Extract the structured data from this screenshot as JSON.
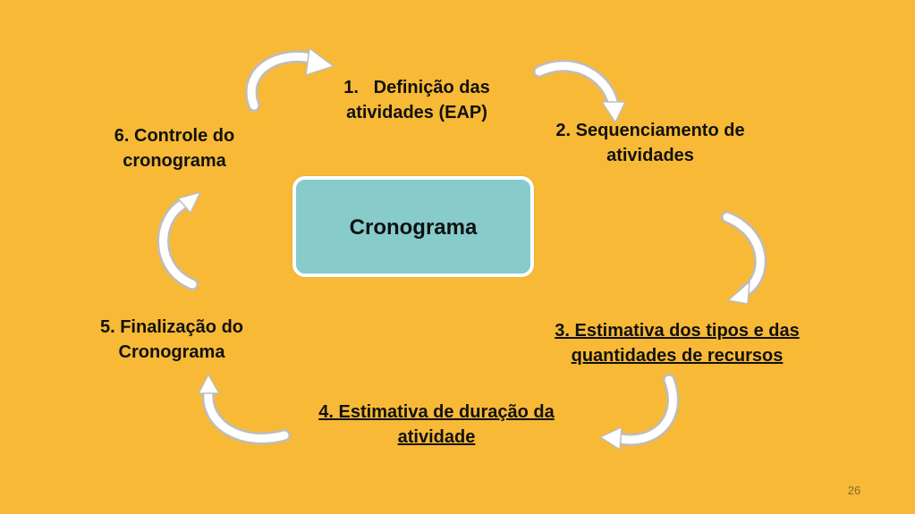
{
  "center": {
    "title": "Cronograma"
  },
  "steps": [
    {
      "text": "1.   Definição das atividades (EAP)",
      "underlined": false
    },
    {
      "text": "2. Sequenciamento de atividades",
      "underlined": false
    },
    {
      "text": "3. Estimativa dos tipos e das quantidades de recursos",
      "underlined": true
    },
    {
      "text": "4. Estimativa de duração da atividade",
      "underlined": true
    },
    {
      "text": "5. Finalização do Cronograma",
      "underlined": false
    },
    {
      "text": "6. Controle do cronograma",
      "underlined": false
    }
  ],
  "page_number": "26",
  "colors": {
    "background": "#F8B936",
    "center_box": "#87CBCB",
    "center_border": "#FFFFFF",
    "arrow_fill": "#FFFFFF",
    "arrow_shade": "#C9C9C9"
  }
}
